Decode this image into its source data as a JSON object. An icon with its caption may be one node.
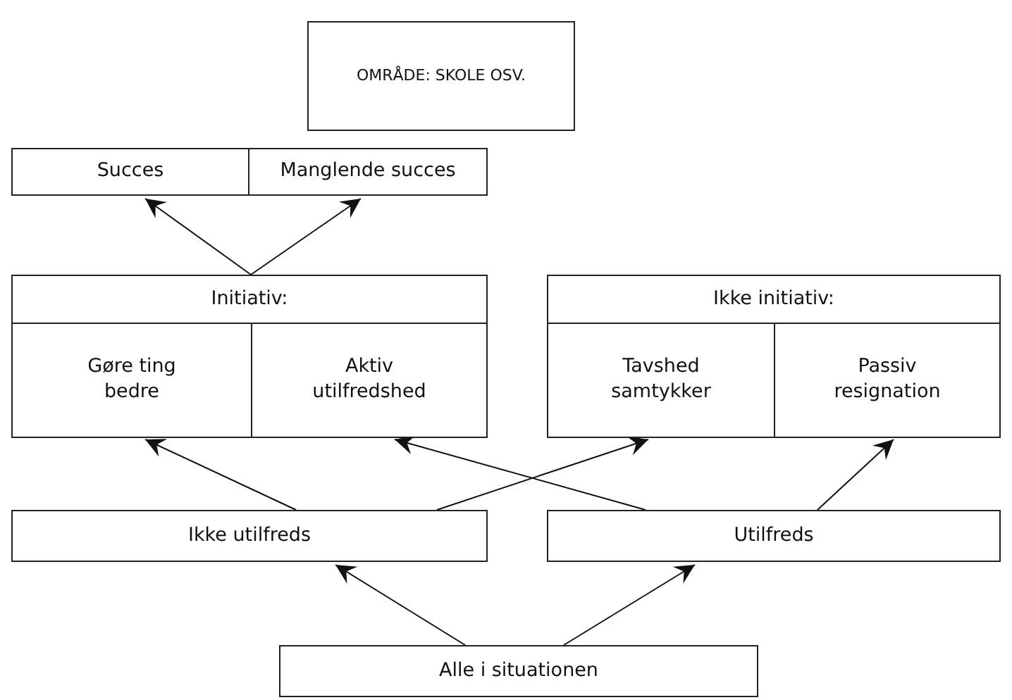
{
  "diagram": {
    "nodes": [
      {
        "text": [
          "OMRÅDE: SKOLE OSV."
        ]
      },
      {
        "text": [
          "Succes"
        ]
      },
      {
        "text": [
          "Manglende succes"
        ]
      },
      {
        "text": [
          "Initiativ:"
        ]
      },
      {
        "text": [
          "Gøre ting bedre"
        ],
        "in": 3
      },
      {
        "text": [
          "Aktiv utilfredshed"
        ],
        "in": 3
      },
      {
        "text": [
          "Ikke initiativ:"
        ]
      },
      {
        "text": [
          "Tavshed samtykker"
        ],
        "in": 6
      },
      {
        "text": [
          "Passiv resignation"
        ],
        "in": 6
      },
      {
        "text": [
          "Ikke utilfreds"
        ]
      },
      {
        "text": [
          "Utilfreds"
        ]
      },
      {
        "text": [
          "Alle i situationen"
        ]
      }
    ],
    "edges": [
      {
        "from": 3,
        "to": 1,
        "arrow": "to"
      },
      {
        "from": 3,
        "to": 2,
        "arrow": "to"
      },
      {
        "from": 9,
        "to": 4,
        "arrow": "to"
      },
      {
        "from": 9,
        "to": 7,
        "arrow": "to"
      },
      {
        "from": 10,
        "to": 5,
        "arrow": "to"
      },
      {
        "from": 10,
        "to": 8,
        "arrow": "to"
      },
      {
        "from": 11,
        "to": 9,
        "arrow": "to"
      },
      {
        "from": 11,
        "to": 10,
        "arrow": "to"
      }
    ]
  }
}
